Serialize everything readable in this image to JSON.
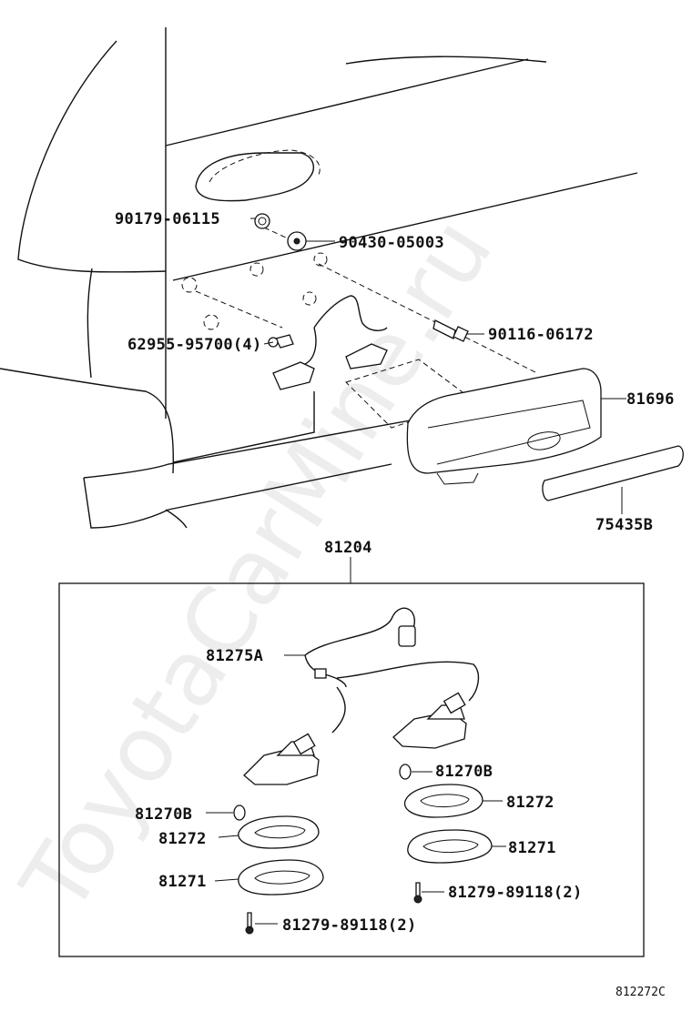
{
  "watermark": "ToyotaCarMine.ru",
  "diagram_code": "812272C",
  "labels": {
    "p90179": "90179-06115",
    "p90430": "90430-05003",
    "p90116": "90116-06172",
    "p62955": "62955-95700(4)",
    "p81696": "81696",
    "p75435": "75435B",
    "p81204": "81204",
    "p81275": "81275A",
    "p81270_r": "81270B",
    "p81272_r": "81272",
    "p81271_r": "81271",
    "p81279_r": "81279-89118(2)",
    "p81270_l": "81270B",
    "p81272_l": "81272",
    "p81271_l": "81271",
    "p81279_l": "81279-89118(2)"
  }
}
